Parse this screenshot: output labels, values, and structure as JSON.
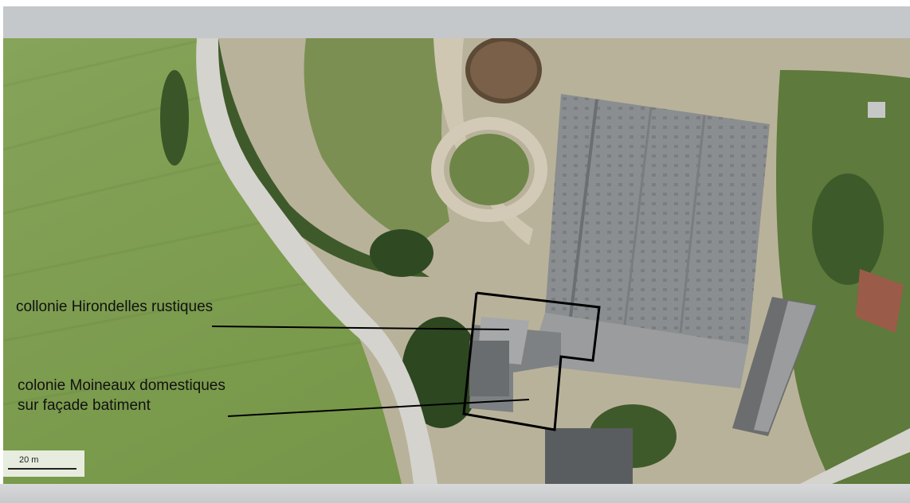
{
  "map": {
    "annotations": {
      "hirondelles": "collonie Hirondelles rustiques",
      "moineaux_line1": "colonie Moineaux domestiques",
      "moineaux_line2": "sur  façade batiment"
    },
    "scale_label": "20 m"
  },
  "colors": {
    "field": "#7f9c4e",
    "road": "#d3d3cf",
    "roof": "#8a8d8f",
    "annotation_line": "#000000"
  }
}
